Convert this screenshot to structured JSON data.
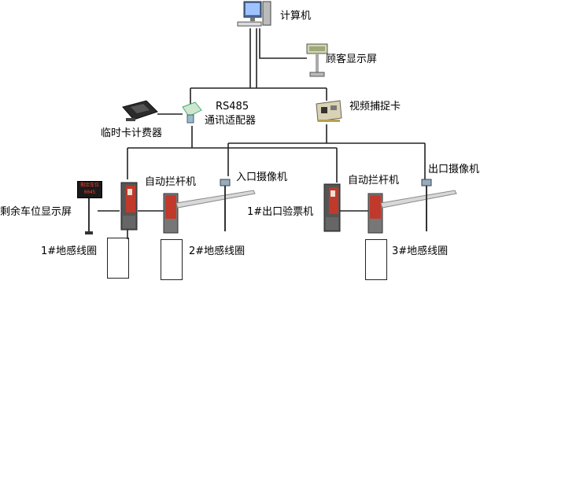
{
  "labels": {
    "computer": "计算机",
    "customer_display": "顾客显示屏",
    "rs485_line1": "RS485",
    "rs485_line2": "通讯适配器",
    "video_capture": "视频捕捉卡",
    "temp_card_charger": "临时卡计费器",
    "barrier_1": "自动拦杆机",
    "entry_camera": "入口摄像机",
    "barrier_2": "自动拦杆机",
    "exit_camera": "出口摄像机",
    "remaining_display": "剩余车位显示屏",
    "exit_ticket_machine": "1#出口验票机",
    "loop_1": "1#地感线圈",
    "loop_2": "2#地感线圈",
    "loop_3": "3#地感线圈"
  },
  "display_panel": {
    "line1": "剩余车位",
    "line2": "0045"
  },
  "colors": {
    "wire": "#222222",
    "post_red": "#c0392b",
    "post_dark": "#555555",
    "barrier_arm": "#d8d8d8",
    "display_bg": "#1a1a1a",
    "display_text": "#ff3b2f"
  }
}
